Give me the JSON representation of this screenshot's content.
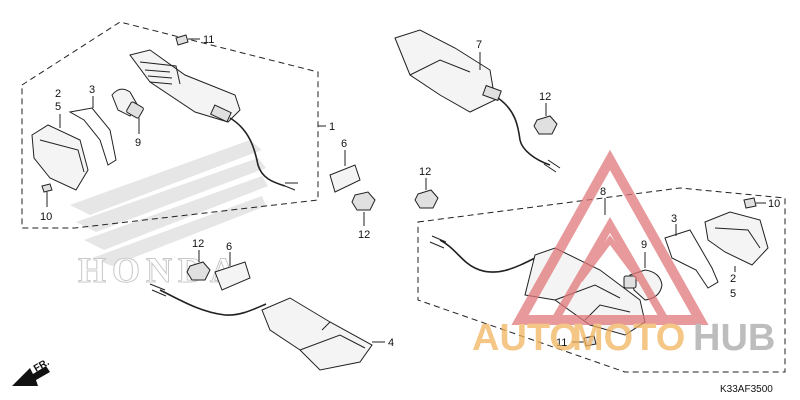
{
  "diagram": {
    "code": "K33AF3500",
    "direction_label": "FR.",
    "callouts": {
      "left_11": "11",
      "left_2": "2",
      "left_5": "5",
      "left_3": "3",
      "left_9": "9",
      "left_10": "10",
      "left_1": "1",
      "left_6": "6",
      "left_12": "12",
      "left2_12": "12",
      "left2_6": "6",
      "left_4": "4",
      "top_7": "7",
      "top_12": "12",
      "mid_12": "12",
      "right_8": "8",
      "right_3": "3",
      "right_9": "9",
      "right_10": "10",
      "right_2": "2",
      "right_5": "5",
      "right_11": "11"
    }
  },
  "watermarks": {
    "background_logo_text": "HONDA",
    "site_part1": "AUTO",
    "site_part2": "MOTO",
    "site_part3": "HUB"
  },
  "colors": {
    "line": "#222222",
    "watermark_red": "#e0787a",
    "watermark_orange": "#f2b560",
    "watermark_gray": "#b0b0b0",
    "honda_gray": "#cfcfcf"
  }
}
